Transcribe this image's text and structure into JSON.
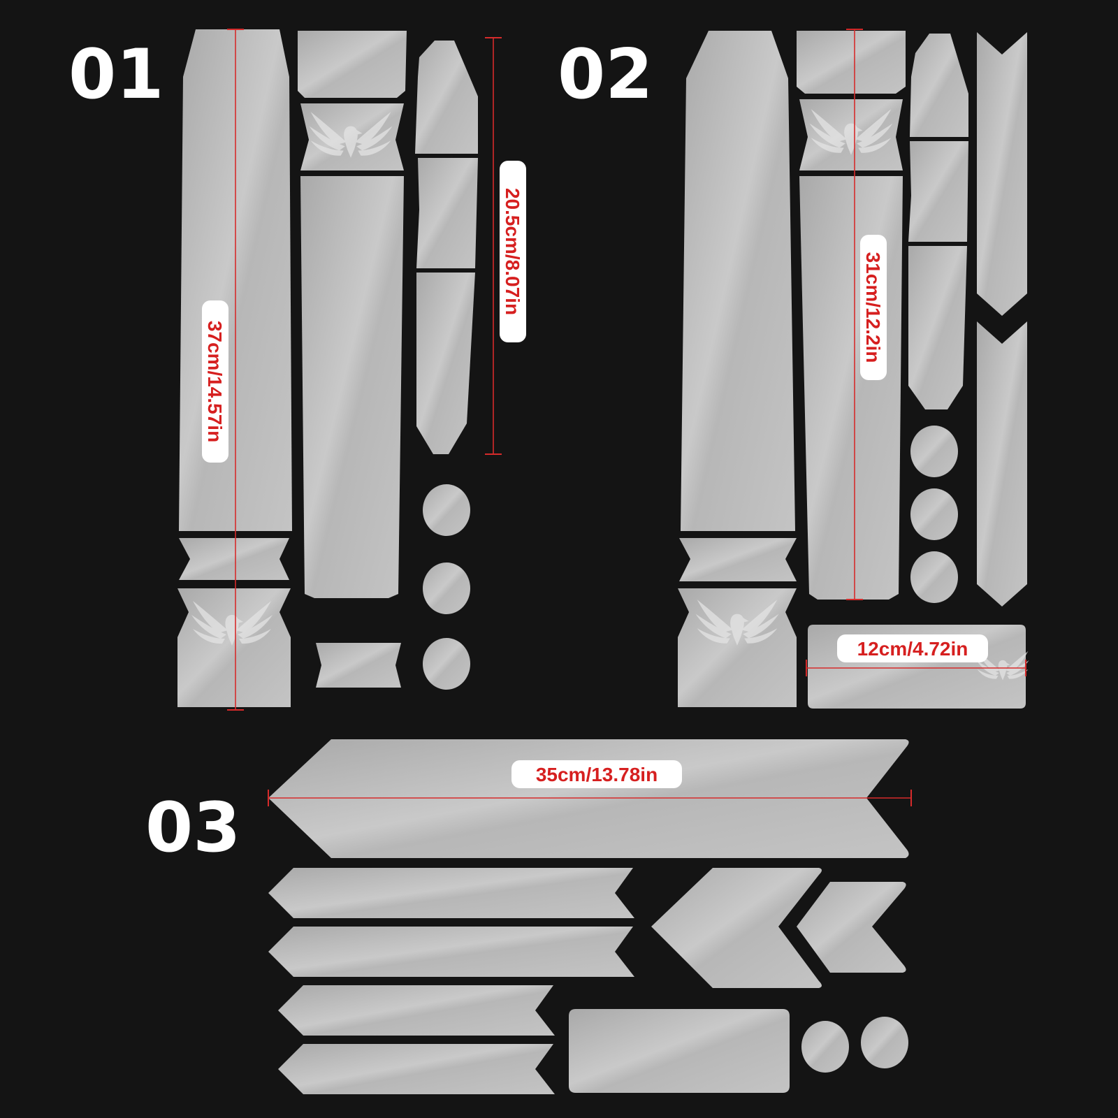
{
  "colors": {
    "background": "#141414",
    "film": "#bebebe",
    "measure_line": "#d62b2b",
    "label_text": "#d61f1f",
    "label_bg": "#ffffff",
    "set_number": "#ffffff",
    "logo": "#e2e2e2"
  },
  "sets": {
    "set1": {
      "number": "01",
      "tall_label": "37cm/14.57in",
      "strip_label": "20.5cm/8.07in"
    },
    "set2": {
      "number": "02",
      "strip_label": "31cm/12.2in",
      "plate_label": "12cm/4.72in"
    },
    "set3": {
      "number": "03",
      "long_label": "35cm/13.78in"
    }
  },
  "icons": {
    "wing_logo": "eagle-wings-icon"
  }
}
